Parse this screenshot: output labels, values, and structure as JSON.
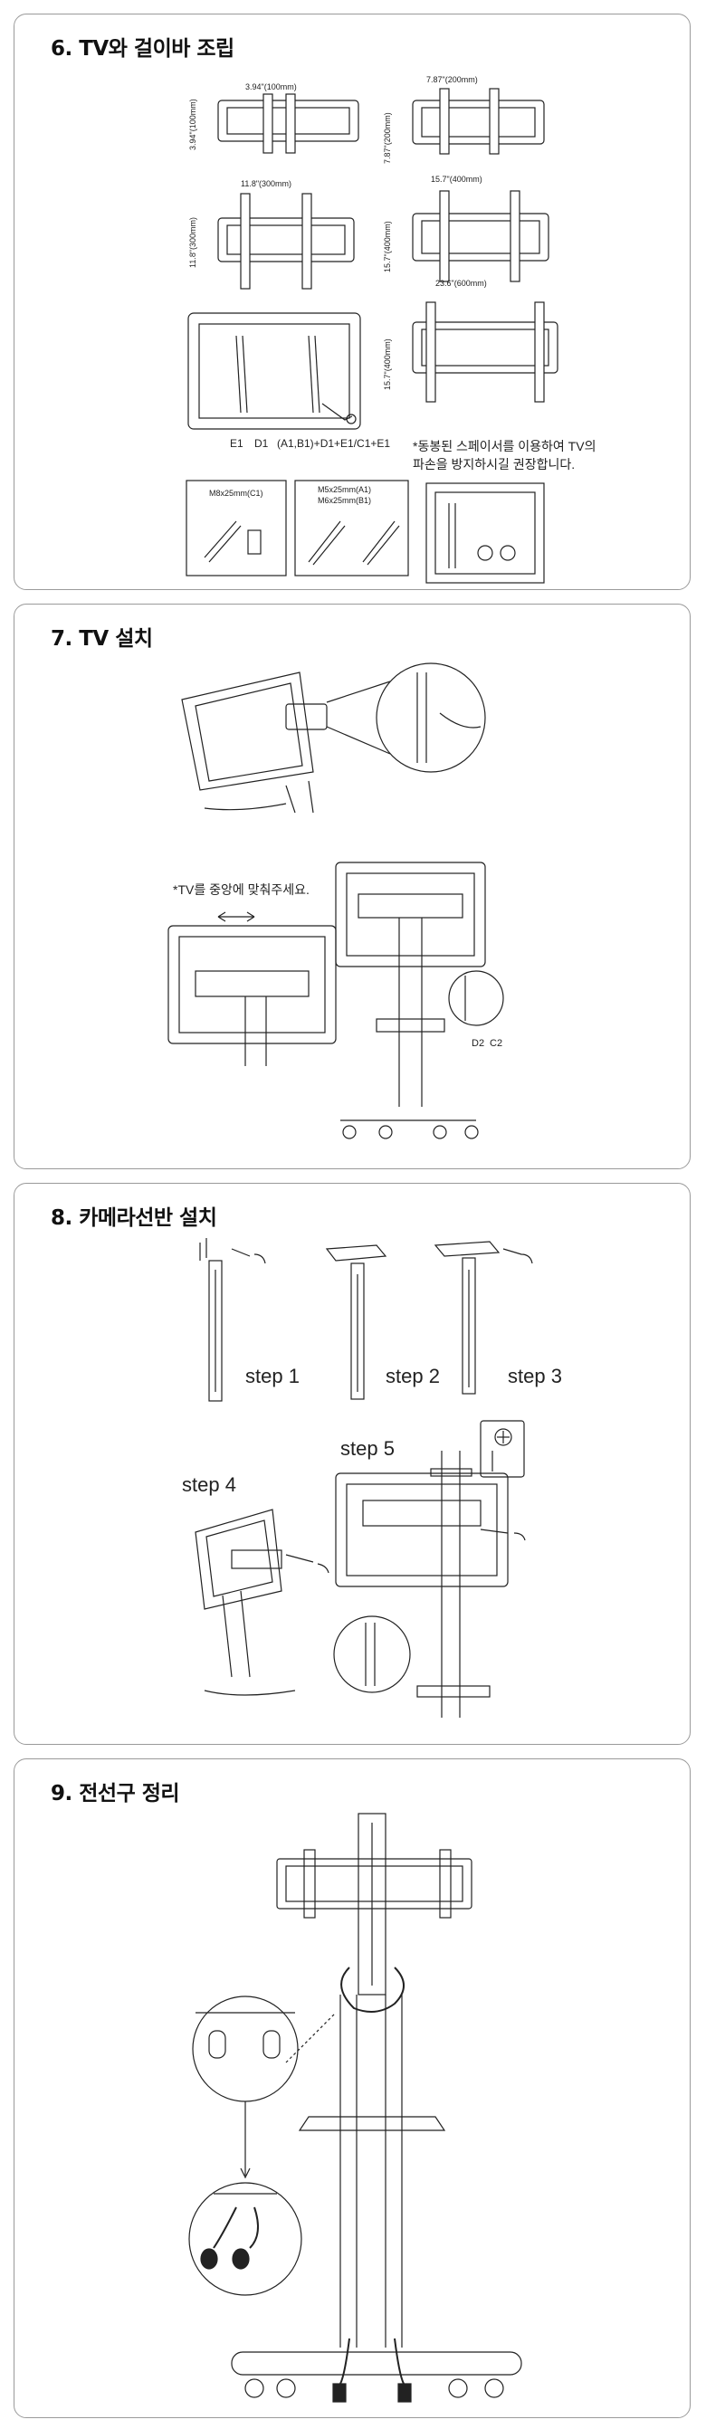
{
  "sections": [
    {
      "title": "6. TV와 걸이바 조립",
      "dims": [
        "3.94\"(100mm)",
        "3.94\"(100mm)",
        "7.87\"(200mm)",
        "7.87\"(200mm)",
        "11.8\"(300mm)",
        "11.8\"(300mm)",
        "15.7\"(400mm)",
        "15.7\"(400mm)",
        "23.6\"(600mm)",
        "15.7\"(400mm)"
      ],
      "parts_labels": [
        "E1",
        "D1",
        "(A1,B1)+D1+E1/C1+E1"
      ],
      "screws": [
        "M8x25mm(C1)",
        "M5x25mm(A1)",
        "M6x25mm(B1)"
      ],
      "note_line1": "*동봉된 스페이서를 이용하여 TV의",
      "note_line2": "파손을 방지하시길 권장합니다."
    },
    {
      "title": "7. TV 설치",
      "note": "*TV를 중앙에 맞춰주세요.",
      "parts_labels": [
        "D2",
        "C2"
      ]
    },
    {
      "title": "8. 카메라선반 설치",
      "steps": [
        "step 1",
        "step 2",
        "step 3",
        "step 4",
        "step 5"
      ]
    },
    {
      "title": "9. 전선구 정리"
    }
  ]
}
